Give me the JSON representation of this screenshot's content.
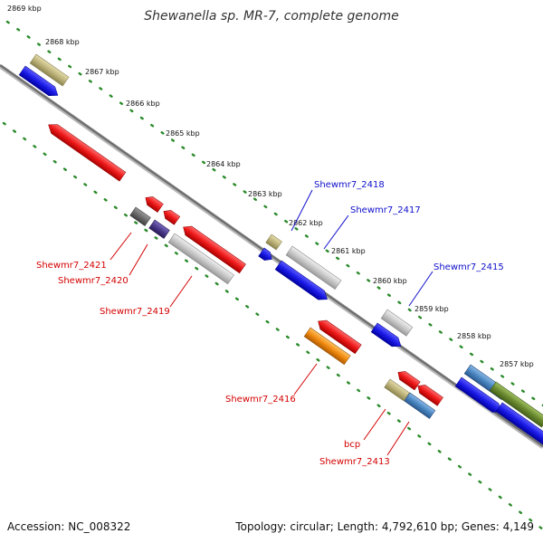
{
  "title": "Shewanella sp. MR-7, complete genome",
  "footer": {
    "accession": "Accession: NC_008322",
    "summary": "Topology: circular; Length: 4,792,610 bp; Genes: 4,149"
  },
  "ruler_labels": [
    "2869 kbp",
    "2868 kbp",
    "2867 kbp",
    "2866 kbp",
    "2865 kbp",
    "2864 kbp",
    "2863 kbp",
    "2862 kbp",
    "2861 kbp",
    "2860 kbp",
    "2859 kbp",
    "2858 kbp",
    "2857 kbp"
  ],
  "gene_labels": [
    {
      "text": "Shewmr7_2418",
      "strand": "forward",
      "color": "#1010cc"
    },
    {
      "text": "Shewmr7_2417",
      "strand": "forward",
      "color": "#1010cc"
    },
    {
      "text": "Shewmr7_2415",
      "strand": "forward",
      "color": "#1010cc"
    },
    {
      "text": "Shewmr7_2421",
      "strand": "reverse",
      "color": "#d40000"
    },
    {
      "text": "Shewmr7_2420",
      "strand": "reverse",
      "color": "#d40000"
    },
    {
      "text": "Shewmr7_2419",
      "strand": "reverse",
      "color": "#d40000"
    },
    {
      "text": "Shewmr7_2416",
      "strand": "reverse",
      "color": "#d40000"
    },
    {
      "text": "bcp",
      "strand": "reverse",
      "color": "#d40000"
    },
    {
      "text": "Shewmr7_2413",
      "strand": "reverse",
      "color": "#d40000"
    }
  ],
  "colors": {
    "backbone": "#808080",
    "ruler_dots": "#2a8a2a",
    "forward_cds": "#1a1ae6",
    "reverse_cds": "#e61a1a",
    "khaki": "#b8b07a",
    "olive": "#6b8a30",
    "steel_blue": "#4a86c0",
    "grey_feature": "#c8c8c8",
    "dark_grey": "#6a6a6a",
    "indigo": "#4a3a8a",
    "orange": "#f08a10"
  }
}
